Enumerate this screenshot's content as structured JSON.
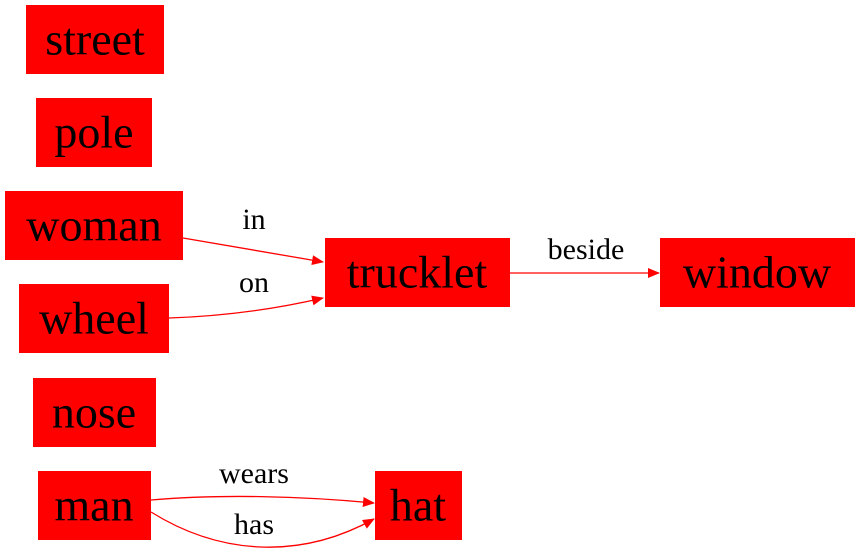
{
  "colors": {
    "node_fill": "#ff0000",
    "edge": "#ff0000",
    "text": "#000000",
    "background": "#ffffff"
  },
  "nodes": {
    "street": "street",
    "pole": "pole",
    "woman": "woman",
    "wheel": "wheel",
    "nose": "nose",
    "man": "man",
    "trucklet": "trucklet",
    "window": "window",
    "hat": "hat"
  },
  "edges": {
    "woman_in_trucklet": "in",
    "wheel_on_trucklet": "on",
    "trucklet_beside_window": "beside",
    "man_wears_hat": "wears",
    "man_has_hat": "has"
  }
}
